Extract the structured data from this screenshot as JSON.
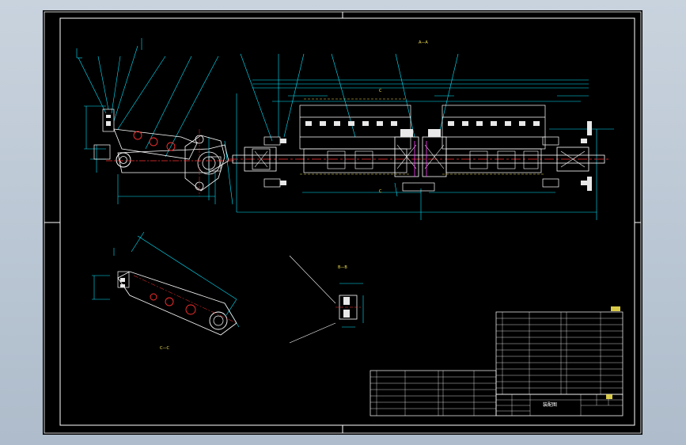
{
  "drawing": {
    "section_labels": {
      "aa": "A—A",
      "bb": "B—B",
      "cc": "C—C",
      "section_mark_c_top": "C",
      "section_mark_c_bottom": "C"
    },
    "title_block": {
      "drawing_title": "装配图"
    },
    "colors": {
      "sheet_background": "#000000",
      "outer_background": "#b8c4d0",
      "border": "#ffffff",
      "outline": "#ffffff",
      "dimension": "#00e5ff",
      "centerline": "#ff3030",
      "hidden": "#f0e050",
      "part_fill": "#e8e8e8",
      "blue_outline": "#3050ff",
      "magenta": "#ff40ff"
    }
  }
}
